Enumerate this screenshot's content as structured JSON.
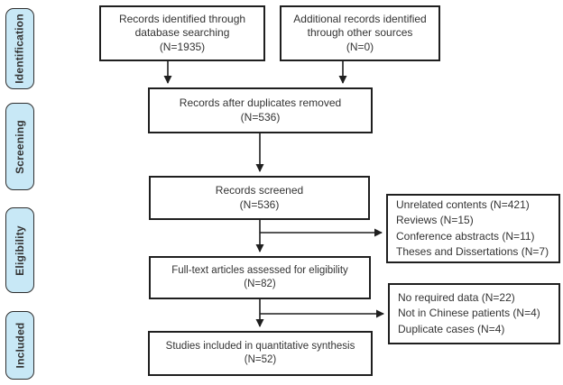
{
  "stages": [
    {
      "label": "Identification"
    },
    {
      "label": "Screening"
    },
    {
      "label": "Eligibility"
    },
    {
      "label": "Included"
    }
  ],
  "flow": {
    "database": {
      "lines": [
        "Records identified through",
        "database searching",
        "(N=1935)"
      ]
    },
    "other_sources": {
      "lines": [
        "Additional records identified",
        "through other sources",
        "(N=0)"
      ]
    },
    "after_duplicates": {
      "lines": [
        "Records after duplicates removed",
        "(N=536)"
      ]
    },
    "screened": {
      "lines": [
        "Records screened",
        "(N=536)"
      ]
    },
    "fulltext": {
      "lines": [
        "Full-text articles assessed for eligibility",
        "(N=82)"
      ]
    },
    "included": {
      "lines": [
        "Studies included in quantitative synthesis",
        "(N=52)"
      ]
    }
  },
  "exclusions": {
    "screening": {
      "lines": [
        "Unrelated contents (N=421)",
        "Reviews (N=15)",
        "Conference abstracts (N=11)",
        "Theses and Dissertations (N=7)"
      ]
    },
    "fulltext": {
      "lines": [
        "No required data (N=22)",
        "Not in Chinese patients (N=4)",
        "Duplicate cases (N=4)"
      ]
    }
  },
  "colors": {
    "background": "#ffffff",
    "stage_fill": "#c8e8f6",
    "stage_border": "#2e2e2e",
    "box_border": "#1f1f1f",
    "text": "#333333",
    "arrow": "#1f1f1f"
  }
}
